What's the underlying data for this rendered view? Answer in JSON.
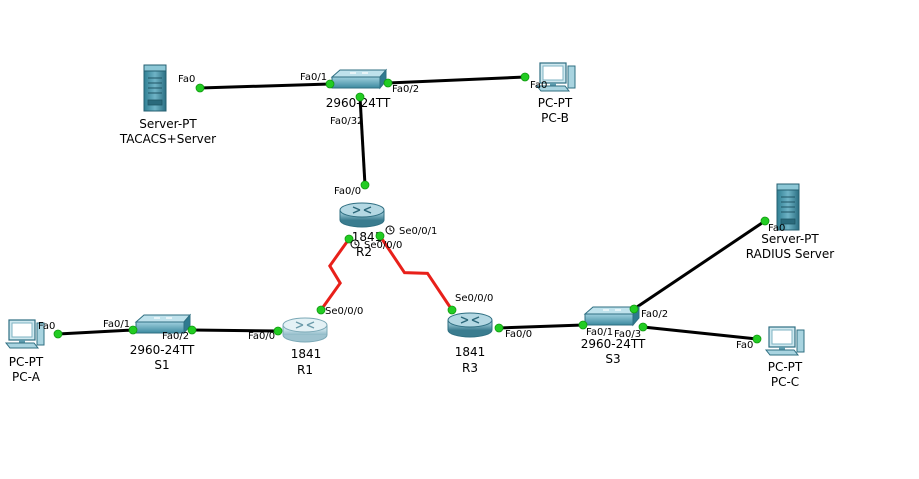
{
  "colors": {
    "ethernet_link": "#000000",
    "serial_link": "#e8201a",
    "port_up": "#22cc22",
    "device_body": "#3f8ea0",
    "device_light": "#a9d4e0"
  },
  "devices": [
    {
      "id": "tacacs",
      "icon": "server-icon",
      "model": "Server-PT",
      "name": "TACACS+Server"
    },
    {
      "id": "sw_top",
      "icon": "switch-icon",
      "model": "2960-24TT",
      "name": ""
    },
    {
      "id": "pcb",
      "icon": "pc-icon",
      "model": "PC-PT",
      "name": "PC-B"
    },
    {
      "id": "r2",
      "icon": "router-icon",
      "model": "1841",
      "name": "R2"
    },
    {
      "id": "radius",
      "icon": "server-icon",
      "model": "Server-PT",
      "name": "RADIUS Server"
    },
    {
      "id": "pca",
      "icon": "pc-icon",
      "model": "PC-PT",
      "name": "PC-A"
    },
    {
      "id": "s1",
      "icon": "switch-icon",
      "model": "2960-24TT",
      "name": "S1"
    },
    {
      "id": "r1",
      "icon": "router-icon",
      "model": "1841",
      "name": "R1"
    },
    {
      "id": "r3",
      "icon": "router-icon",
      "model": "1841",
      "name": "R3"
    },
    {
      "id": "s3",
      "icon": "switch-icon",
      "model": "2960-24TT",
      "name": "S3"
    },
    {
      "id": "pcc",
      "icon": "pc-icon",
      "model": "PC-PT",
      "name": "PC-C"
    }
  ],
  "links": [
    {
      "id": "tacacs-swtop",
      "type": "ethernet",
      "from": "tacacs",
      "to": "sw_top",
      "from_port": "Fa0",
      "to_port": "Fa0/1"
    },
    {
      "id": "swtop-pcb",
      "type": "ethernet",
      "from": "sw_top",
      "to": "pcb",
      "from_port": "Fa0/2",
      "to_port": "Fa0"
    },
    {
      "id": "swtop-r2",
      "type": "ethernet",
      "from": "sw_top",
      "to": "r2",
      "from_port": "Fa0/32",
      "to_port": "Fa0/0"
    },
    {
      "id": "r2-r1",
      "type": "serial",
      "from": "r2",
      "to": "r1",
      "from_port": "Se0/0/0",
      "to_port": "Se0/0/0"
    },
    {
      "id": "r2-r3",
      "type": "serial",
      "from": "r2",
      "to": "r3",
      "from_port": "Se0/0/1",
      "to_port": "Se0/0/0"
    },
    {
      "id": "pca-s1",
      "type": "ethernet",
      "from": "pca",
      "to": "s1",
      "from_port": "Fa0",
      "to_port": "Fa0/1"
    },
    {
      "id": "s1-r1",
      "type": "ethernet",
      "from": "s1",
      "to": "r1",
      "from_port": "Fa0/2",
      "to_port": "Fa0/0"
    },
    {
      "id": "r3-s3",
      "type": "ethernet",
      "from": "r3",
      "to": "s3",
      "from_port": "Fa0/0",
      "to_port": "Fa0/1"
    },
    {
      "id": "s3-radius",
      "type": "ethernet",
      "from": "s3",
      "to": "radius",
      "from_port": "Fa0/2",
      "to_port": "Fa0"
    },
    {
      "id": "s3-pcc",
      "type": "ethernet",
      "from": "s3",
      "to": "pcc",
      "from_port": "Fa0/3",
      "to_port": "Fa0"
    }
  ]
}
